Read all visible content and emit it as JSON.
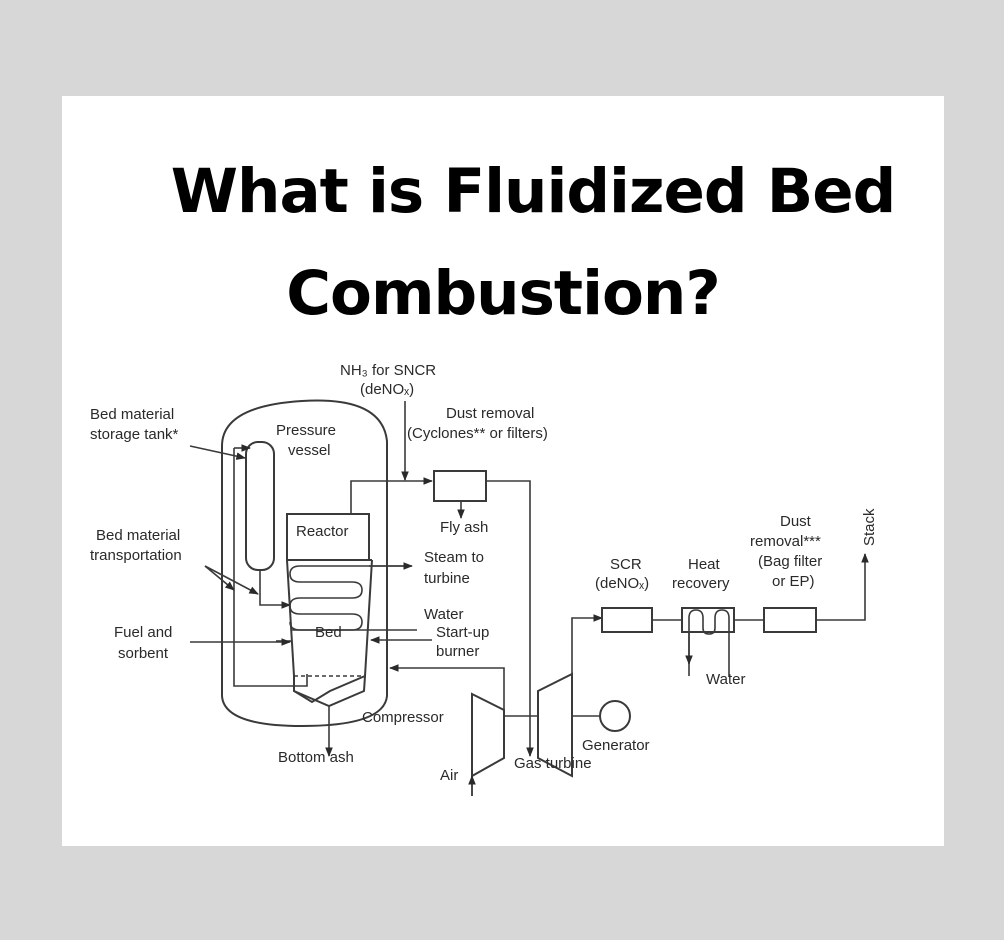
{
  "title": {
    "line1": "What is Fluidized Bed",
    "line2": "Combustion?"
  },
  "diagram": {
    "labels": {
      "nh3_line1": "NH₃ for SNCR",
      "nh3_line2": "(deNOₓ)",
      "dust_removal_1_line1": "Dust removal",
      "dust_removal_1_line2": "(Cyclones** or filters)",
      "bed_storage_line1": "Bed material",
      "bed_storage_line2": "storage tank*",
      "pressure_vessel_line1": "Pressure",
      "pressure_vessel_line2": "vessel",
      "reactor": "Reactor",
      "fly_ash": "Fly ash",
      "bed_transport_line1": "Bed material",
      "bed_transport_line2": "transportation",
      "steam_line1": "Steam to",
      "steam_line2": "turbine",
      "water_in": "Water",
      "bed": "Bed",
      "startup_line1": "Start-up",
      "startup_line2": "burner",
      "fuel_line1": "Fuel and",
      "fuel_line2": "sorbent",
      "compressor": "Compressor",
      "bottom_ash": "Bottom ash",
      "air": "Air",
      "gas_turbine": "Gas turbine",
      "generator": "Generator",
      "scr_line1": "SCR",
      "scr_line2": "(deNOₓ)",
      "heat_line1": "Heat",
      "heat_line2": "recovery",
      "water_hr": "Water",
      "dust2_line1": "Dust",
      "dust2_line2": "removal***",
      "dust2_line3": "(Bag filter",
      "dust2_line4": "or EP)",
      "stack": "Stack"
    }
  }
}
